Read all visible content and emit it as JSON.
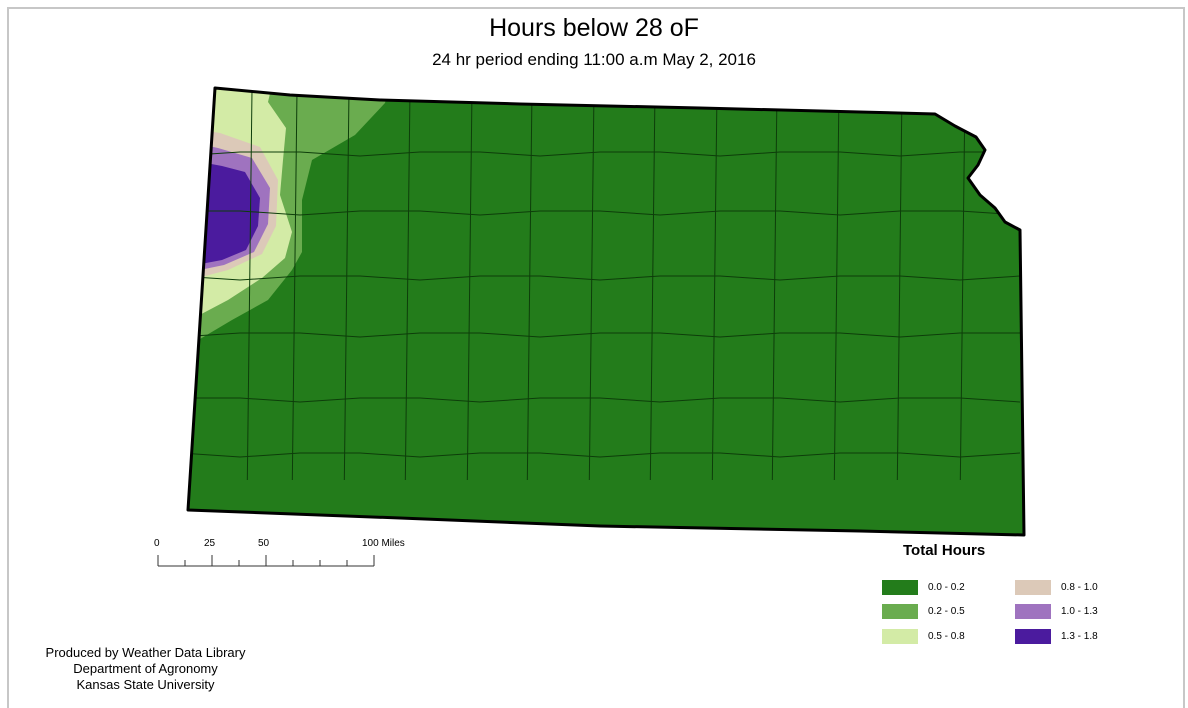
{
  "map": {
    "title": "Hours below 28 oF",
    "subtitle": "24 hr period ending 11:00 a.m May 2, 2016"
  },
  "scale_bar": {
    "ticks": [
      "0",
      "25",
      "50",
      "100 Miles"
    ]
  },
  "legend": {
    "title": "Total Hours",
    "items": [
      {
        "label": "0.0 - 0.2",
        "color": "#237c1b"
      },
      {
        "label": "0.2 - 0.5",
        "color": "#6aac4f"
      },
      {
        "label": "0.5 - 0.8",
        "color": "#d3eba6"
      },
      {
        "label": "0.8 - 1.0",
        "color": "#dcc9b8"
      },
      {
        "label": "1.0 - 1.3",
        "color": "#9f73bf"
      },
      {
        "label": "1.3 - 1.8",
        "color": "#4b1b9e"
      }
    ]
  },
  "credits": {
    "line1": "Produced by Weather Data Library",
    "line2": "Department of Agronomy",
    "line3": "Kansas State University"
  },
  "colors": {
    "county_lines": "#0d3d0a",
    "state_border": "#000000"
  }
}
